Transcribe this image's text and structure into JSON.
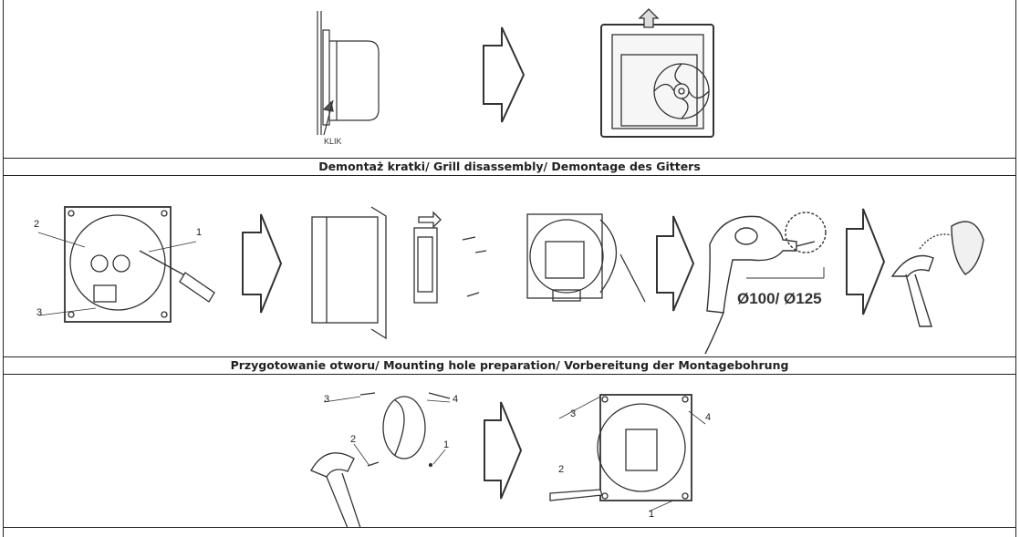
{
  "captions": {
    "grill": "Demontaż kratki/ Grill disassembly/ Demontage des Gitters",
    "hole": "Przygotowanie otworu/ Mounting hole preparation/ Vorbereitung der Montagebohrung"
  },
  "labels": {
    "klik": "KLIK",
    "diameter": "Ø100/ Ø125",
    "n1": "1",
    "n2": "2",
    "n3": "3",
    "n4": "4"
  }
}
